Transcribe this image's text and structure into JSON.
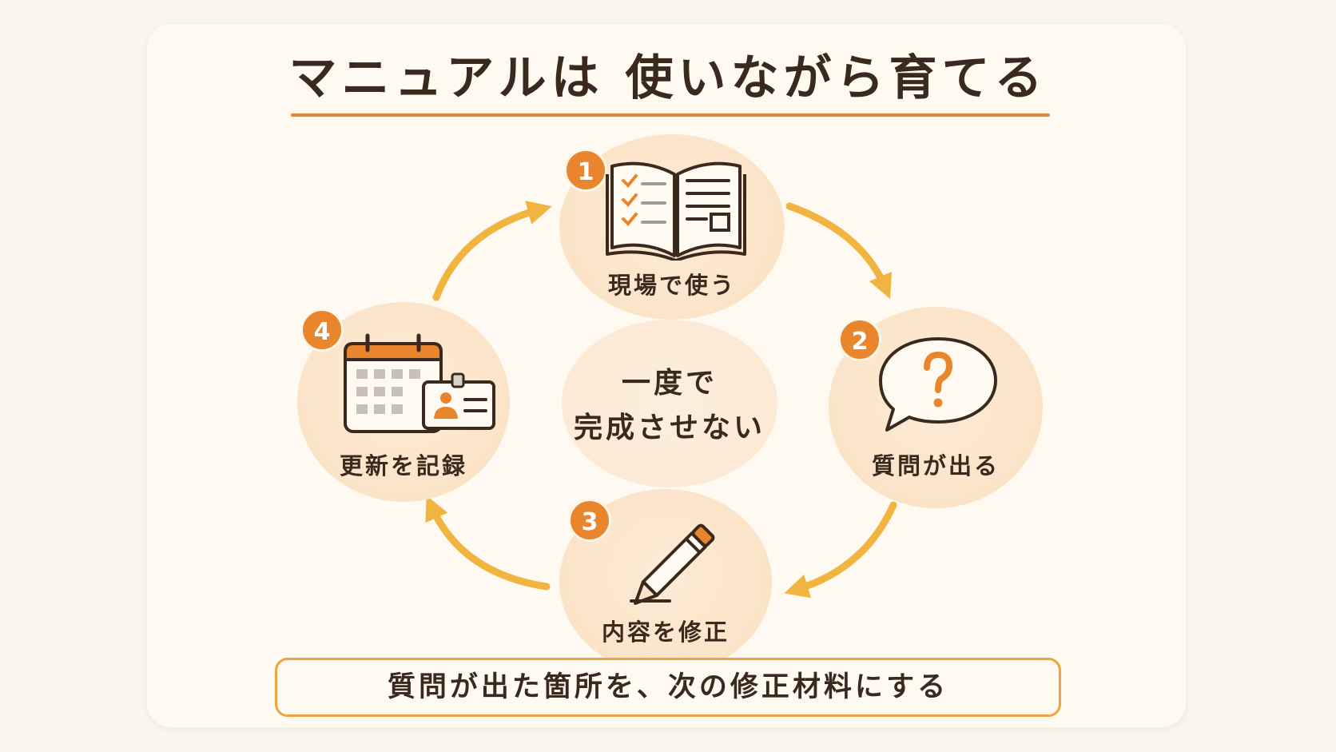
{
  "title": "マニュアルは 使いながら育てる",
  "center": {
    "line1": "一度で",
    "line2": "完成させない"
  },
  "steps": [
    {
      "number": "1",
      "label": "現場で使う",
      "icon": "open-book-checklist-icon"
    },
    {
      "number": "2",
      "label": "質問が出る",
      "icon": "question-speech-bubble-icon"
    },
    {
      "number": "3",
      "label": "内容を修正",
      "icon": "pencil-icon"
    },
    {
      "number": "4",
      "label": "更新を記録",
      "icon": "calendar-id-card-icon"
    }
  ],
  "footer": "質問が出た箇所を、次の修正材料にする",
  "colors": {
    "accent": "#e9862d",
    "arrow": "#f2b441",
    "text": "#3a2a1e",
    "blob": "#fbe3c8",
    "background": "#fbf6ec"
  }
}
